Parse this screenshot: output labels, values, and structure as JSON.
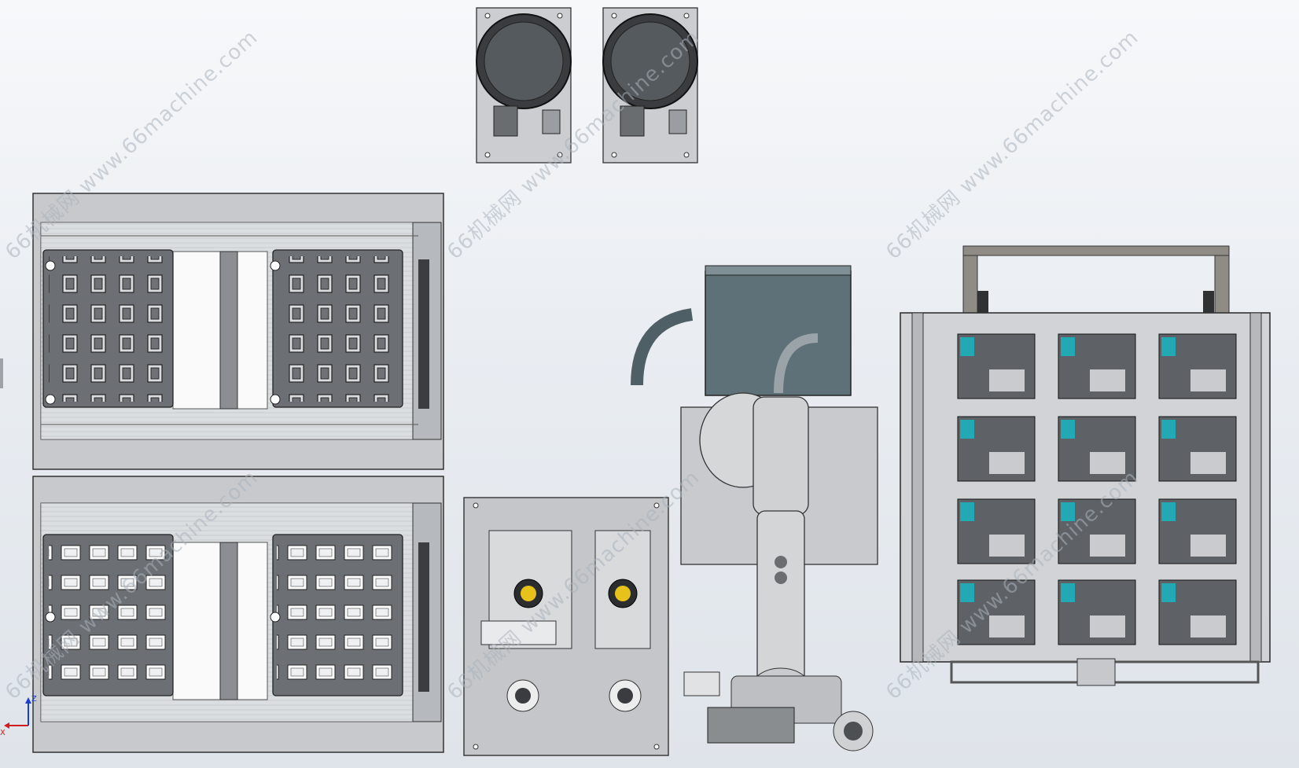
{
  "watermark": {
    "text": "66机械网 www.66machine.com"
  },
  "triad": {
    "axis_z": "Z",
    "axis_x": "X"
  },
  "colors": {
    "background": "#eceff3",
    "frame": "#b9bcc0",
    "dark_plate": "#6c6f73",
    "robot_box": "#5f7178",
    "accent_teal": "#23a9b3",
    "accent_yellow": "#e6c21a"
  }
}
